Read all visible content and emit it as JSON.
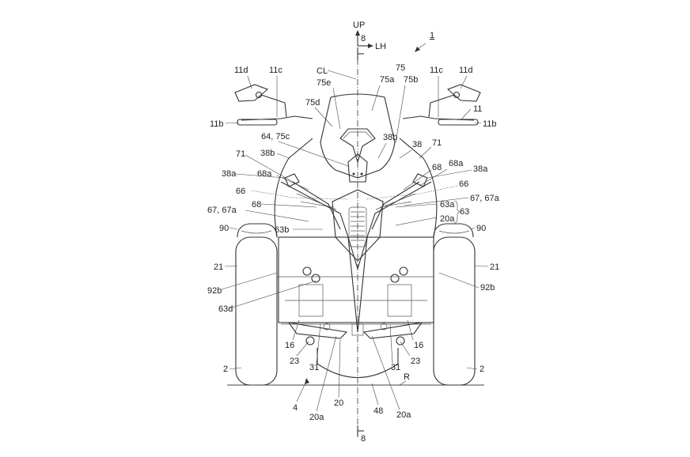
{
  "figure": {
    "labels": [
      "UP",
      "LH",
      "1",
      "8",
      "CL",
      "75",
      "75a",
      "75b",
      "75e",
      "75d",
      "11d",
      "11c",
      "11c",
      "11d",
      "11",
      "11b",
      "11b",
      "64, 75c",
      "38b",
      "38b",
      "38",
      "71",
      "71",
      "38a",
      "68a",
      "68",
      "68a",
      "38a",
      "66",
      "66",
      "68",
      "67, 67a",
      "67, 67a",
      "63a",
      "20a",
      "63",
      "90",
      "63b",
      "90",
      "21",
      "21",
      "92b",
      "92b",
      "63d",
      "16",
      "16",
      "23",
      "23",
      "31",
      "31",
      "2",
      "2",
      "R",
      "4",
      "20a",
      "20",
      "48",
      "20a",
      "8"
    ]
  }
}
